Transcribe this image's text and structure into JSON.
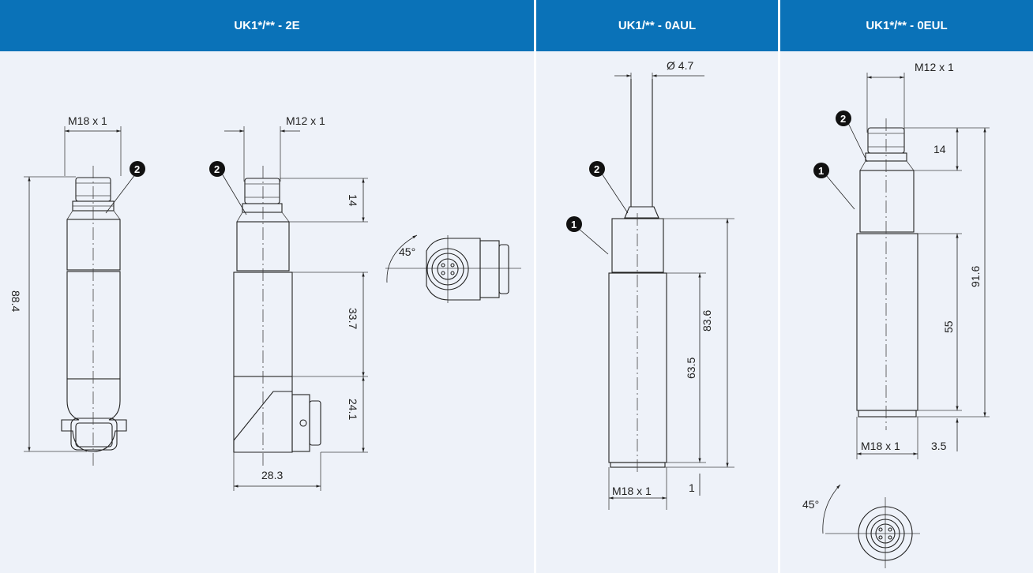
{
  "columns": [
    {
      "title": "UK1*/** - 2E"
    },
    {
      "title": "UK1/** - 0AUL"
    },
    {
      "title": "UK1*/** - 0EUL"
    }
  ],
  "colors": {
    "header_bg": "#0a72b8",
    "header_text": "#ffffff",
    "panel_bg": "#eef2f9",
    "marker": "#111111"
  },
  "drawing_2e": {
    "dims": {
      "thread_front": "M18 x 1",
      "thread_side": "M12 x 1",
      "total_length": "88.4",
      "connector_height": "14",
      "body_height": "33.7",
      "head_height": "24.1",
      "head_width": "28.3",
      "angle": "45°"
    },
    "markers": [
      "2",
      "2"
    ]
  },
  "drawing_0aul": {
    "dims": {
      "cable_diameter": "Ø 4.7",
      "total_length": "83.6",
      "thread_length": "63.5",
      "thread": "M18 x 1",
      "end_offset": "1"
    },
    "markers": [
      "2",
      "1"
    ]
  },
  "drawing_0eul": {
    "dims": {
      "connector_thread": "M12 x 1",
      "connector_height": "14",
      "total_length": "91.6",
      "thread_length": "55",
      "thread": "M18 x 1",
      "end_offset": "3.5",
      "angle": "45°"
    },
    "markers": [
      "2",
      "1"
    ]
  }
}
